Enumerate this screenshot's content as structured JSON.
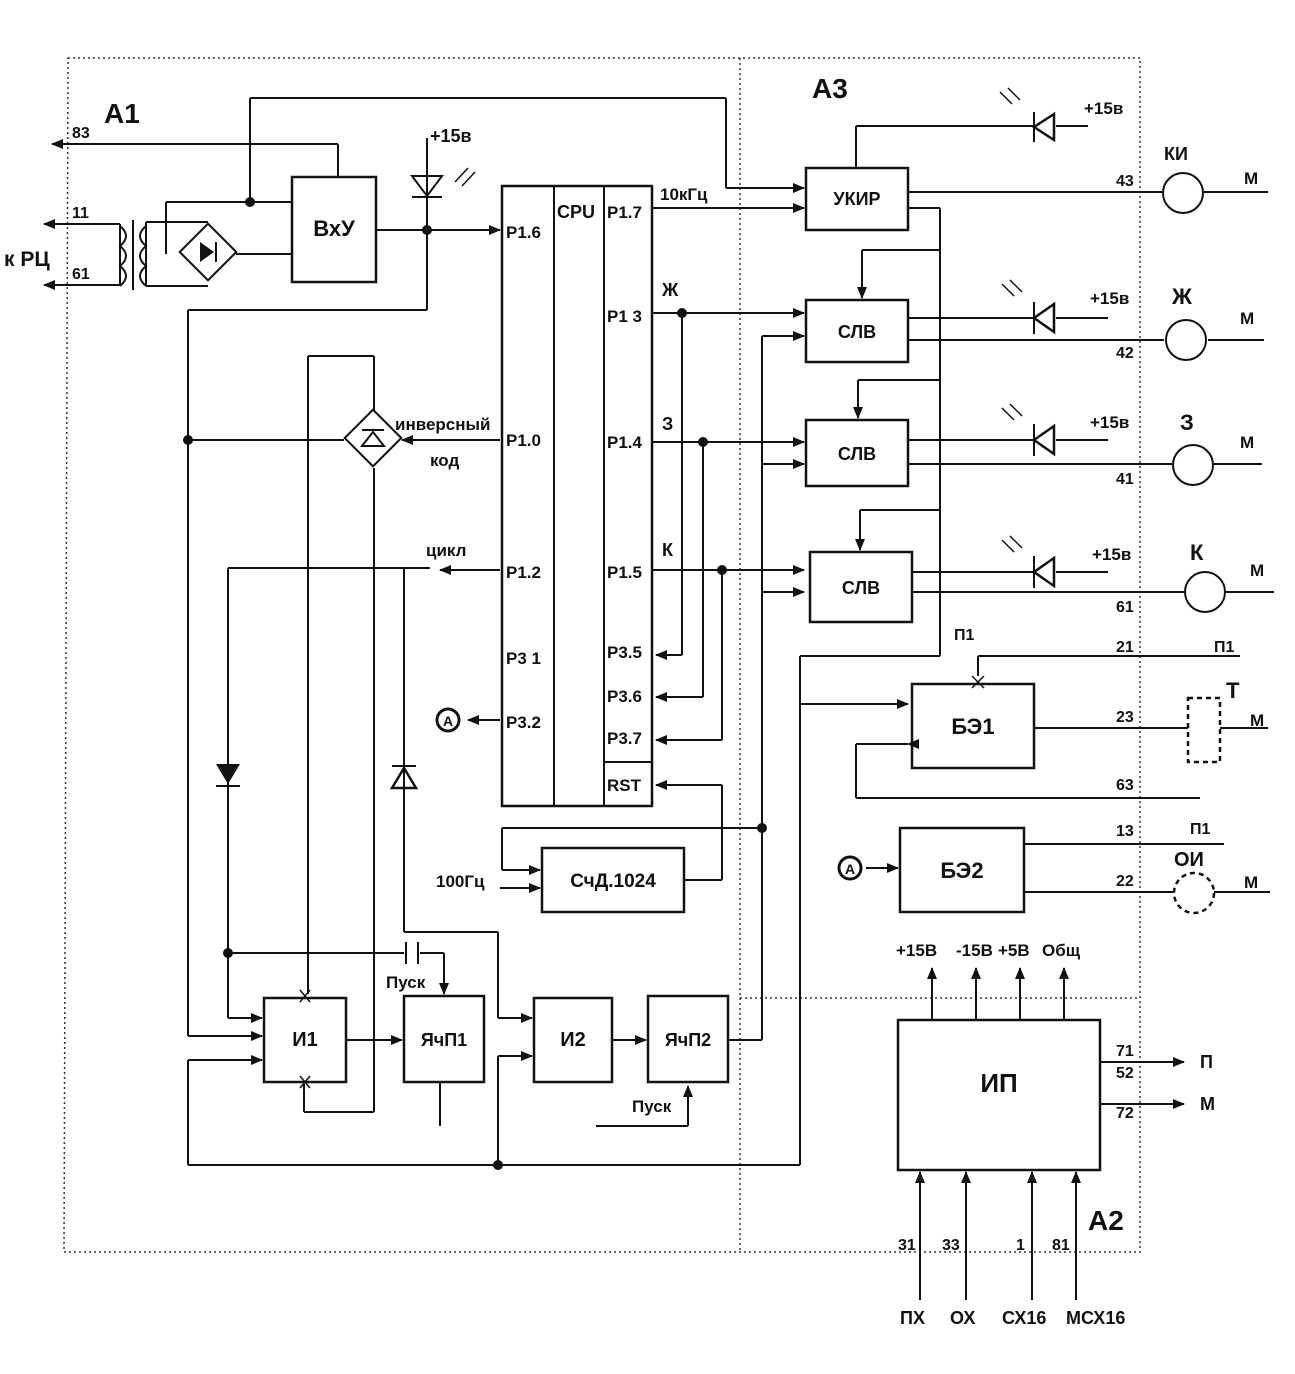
{
  "areas": {
    "a1": "А1",
    "a2": "А2",
    "a3": "А3"
  },
  "blocks": {
    "vxu": "ВхУ",
    "cpu": "CPU",
    "ukir": "УКИР",
    "slv1": "СЛВ",
    "slv2": "СЛВ",
    "slv3": "СЛВ",
    "be1": "БЭ1",
    "be2": "БЭ2",
    "sch": "СчД.1024",
    "i1": "И1",
    "ych1": "ЯчП1",
    "i2": "И2",
    "ych2": "ЯчП2",
    "ip": "ИП"
  },
  "cpu_pins": {
    "p16": "P1.6",
    "p10": "P1.0",
    "p12": "P1.2",
    "p31": "P3 1",
    "p32": "P3.2",
    "p17": "P1.7",
    "p13": "P1 3",
    "p14": "P1.4",
    "p15": "P1.5",
    "p35": "P3.5",
    "p36": "P3.6",
    "p37": "P3.7",
    "rst": "RST"
  },
  "signals": {
    "inverse1": "инверсный",
    "inverse2": "код",
    "cycle": "цикл",
    "freq10k": "10кГц",
    "freq100": "100Гц",
    "start1": "Пуск",
    "start2": "Пуск",
    "zh": "Ж",
    "z": "З",
    "k": "К",
    "a_marker1": "А",
    "a_marker2": "А",
    "k_rc": "к РЦ",
    "p1_label": "П1"
  },
  "power": {
    "v15": "+15в"
  },
  "terminals": {
    "t83": "83",
    "t11": "11",
    "t61a": "61",
    "t43": "43",
    "t42": "42",
    "t41": "41",
    "t61b": "61",
    "t21": "21",
    "t23": "23",
    "t63": "63",
    "t13": "13",
    "t22": "22",
    "t71": "71",
    "t52": "52",
    "t72": "72",
    "t31": "31",
    "t33": "33",
    "t1": "1",
    "t81": "81"
  },
  "lamps": {
    "ki": "КИ",
    "zh": "Ж",
    "z": "З",
    "k": "К",
    "t": "Т",
    "oi": "ОИ",
    "m": "М",
    "p1": "П1"
  },
  "ip_outputs": {
    "p": "П",
    "m": "М"
  },
  "ip_supplies": {
    "v15p": "+15В",
    "v15n": "-15В",
    "v5": "+5В",
    "gnd": "Общ"
  },
  "ip_inputs": {
    "px": "ПХ",
    "ox": "ОХ",
    "cx16": "СХ16",
    "mcx16": "МСХ16"
  }
}
